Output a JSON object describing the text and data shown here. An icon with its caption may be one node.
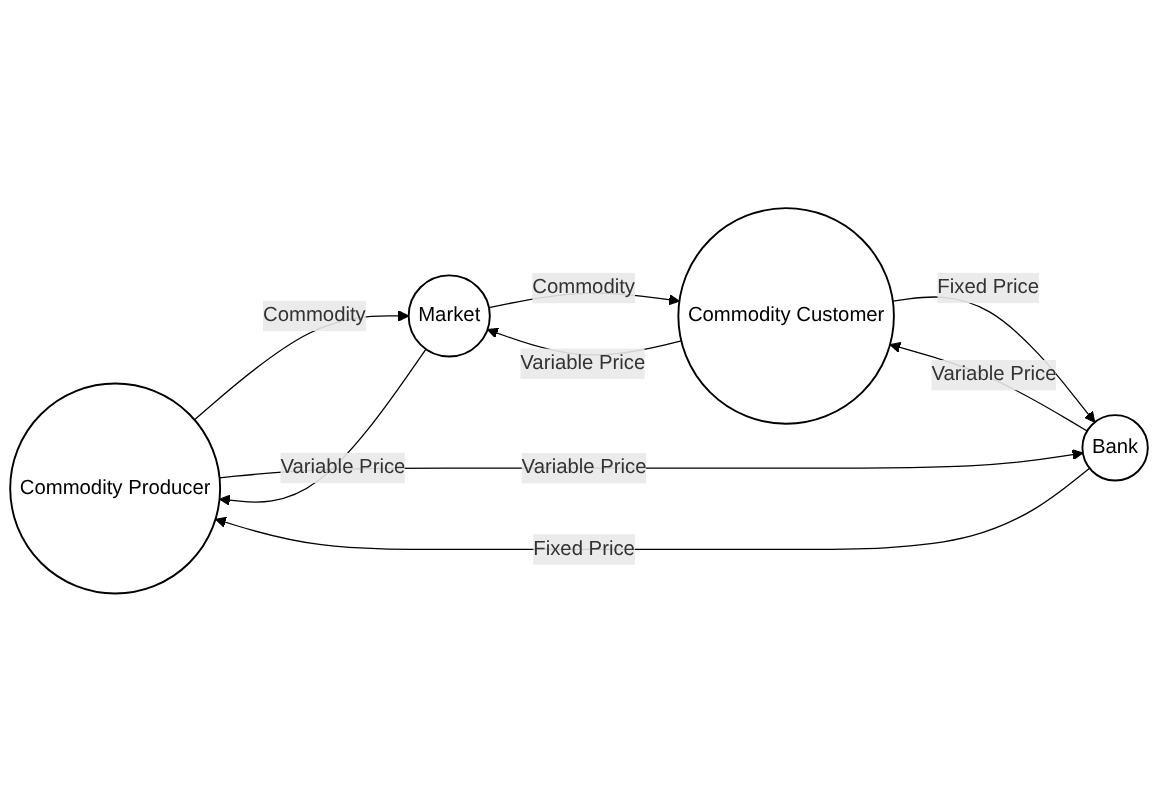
{
  "diagram": {
    "nodes": [
      {
        "text": [
          "Market"
        ]
      },
      {
        "text": [
          "Commodity Producer"
        ]
      },
      {
        "text": [
          "Commodity Customer"
        ]
      },
      {
        "text": [
          "Bank"
        ]
      }
    ],
    "edges": [
      {
        "from": 0,
        "to": 1,
        "arrow": "to",
        "label": "Variable Price"
      },
      {
        "from": 2,
        "to": 0,
        "arrow": "to",
        "label": "Variable Price"
      },
      {
        "from": 1,
        "to": 0,
        "arrow": "to",
        "label": "Commodity"
      },
      {
        "from": 0,
        "to": 2,
        "arrow": "to",
        "label": "Commodity"
      },
      {
        "from": 3,
        "to": 1,
        "arrow": "to",
        "label": "Fixed Price"
      },
      {
        "from": 2,
        "to": 3,
        "arrow": "to",
        "label": "Fixed Price"
      },
      {
        "from": 1,
        "to": 3,
        "arrow": "to",
        "label": "Variable Price"
      },
      {
        "from": 3,
        "to": 2,
        "arrow": "to",
        "label": "Variable Price"
      }
    ]
  }
}
